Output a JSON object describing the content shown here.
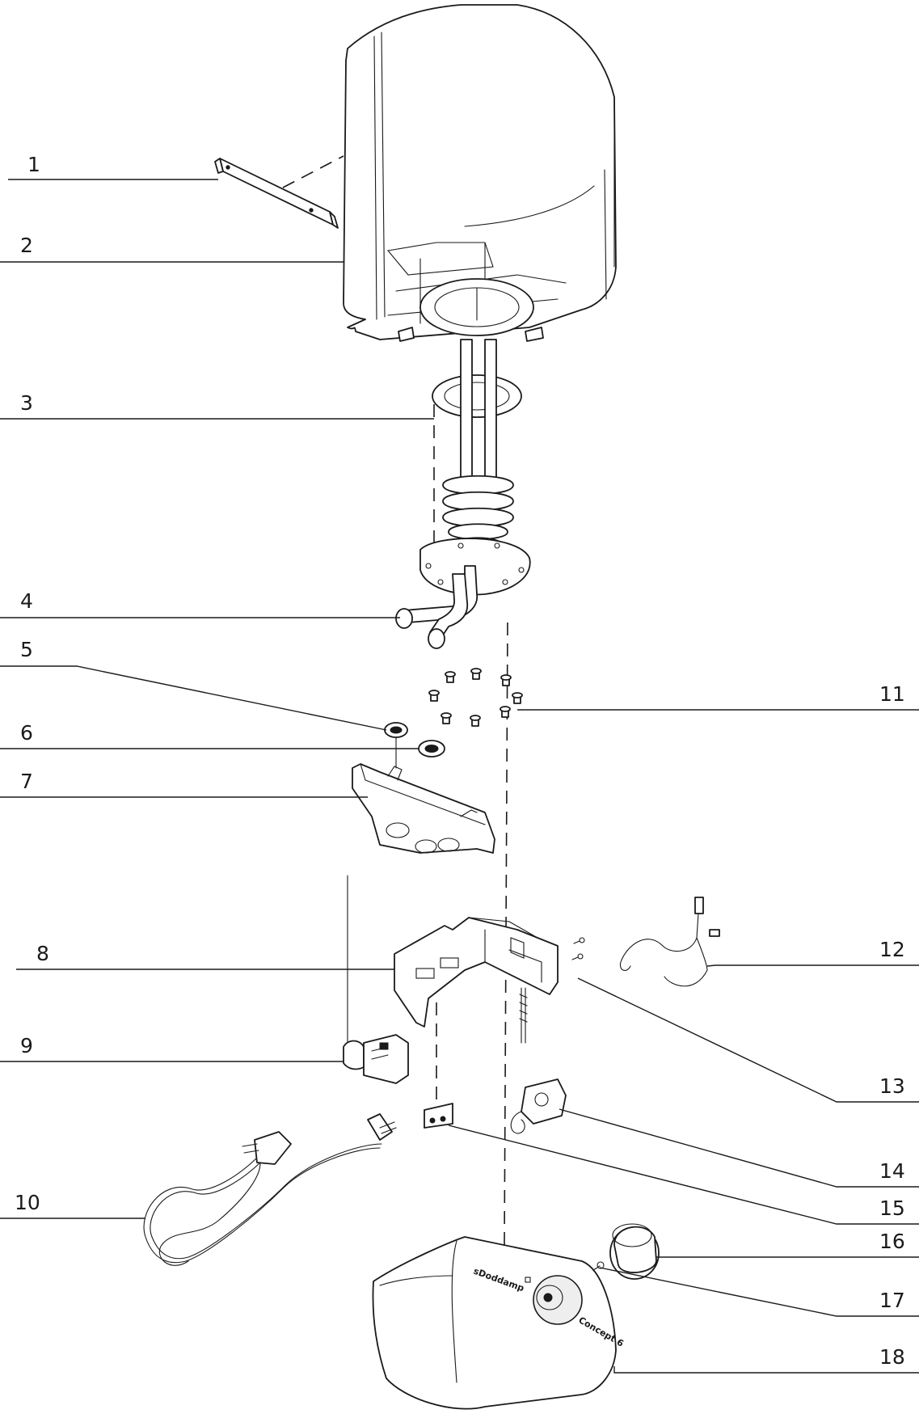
{
  "callouts": [
    {
      "id": "1",
      "label": "1"
    },
    {
      "id": "2",
      "label": "2"
    },
    {
      "id": "3",
      "label": "3"
    },
    {
      "id": "4",
      "label": "4"
    },
    {
      "id": "5",
      "label": "5"
    },
    {
      "id": "6",
      "label": "6"
    },
    {
      "id": "7",
      "label": "7"
    },
    {
      "id": "8",
      "label": "8"
    },
    {
      "id": "9",
      "label": "9"
    },
    {
      "id": "10",
      "label": "10"
    },
    {
      "id": "11",
      "label": "11"
    },
    {
      "id": "12",
      "label": "12"
    },
    {
      "id": "13",
      "label": "13"
    },
    {
      "id": "14",
      "label": "14"
    },
    {
      "id": "15",
      "label": "15"
    },
    {
      "id": "16",
      "label": "16"
    },
    {
      "id": "17",
      "label": "17"
    },
    {
      "id": "18",
      "label": "18"
    }
  ],
  "colors": {
    "line": "#1a1a1a",
    "background": "#ffffff"
  }
}
